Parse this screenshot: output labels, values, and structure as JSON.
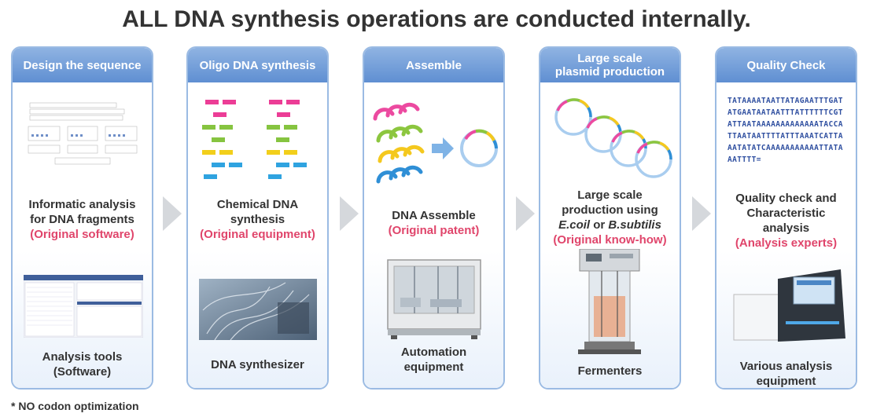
{
  "title": "ALL DNA synthesis operations are conducted internally.",
  "footnote": "* NO codon optimization",
  "steps": [
    {
      "header": "Design the sequence",
      "caption1": [
        "Informatic analysis",
        "for DNA fragments"
      ],
      "highlight": "(Original software)",
      "caption2": [
        "Analysis tools",
        "(Software)"
      ]
    },
    {
      "header": "Oligo DNA synthesis",
      "caption1": [
        "Chemical DNA",
        "synthesis"
      ],
      "highlight": "(Original equipment)",
      "caption2": [
        "DNA synthesizer"
      ]
    },
    {
      "header": "Assemble",
      "caption1": [
        "DNA Assemble"
      ],
      "highlight": "(Original patent)",
      "caption2": [
        "Automation",
        "equipment"
      ]
    },
    {
      "header_lines": [
        "Large scale",
        "plasmid production"
      ],
      "caption1": [
        "Large scale",
        "production using"
      ],
      "organism_1": "E.coil",
      "organism_joiner": "or",
      "organism_2": "B.subtilis",
      "highlight": "(Original know-how)",
      "caption2": [
        "Fermenters"
      ]
    },
    {
      "header": "Quality Check",
      "sequence": "TATAAAATAATTATAGAATTTGATATGAATAATAATTTATTTTTTCGTATTAATAAAAAAAAAAAAATACCATTAATAATTTTATTTAAATCATTAAATATATCAAAAAAAAAAATTATAAATTTT=",
      "caption1": [
        "Quality check and",
        "Characteristic",
        "analysis"
      ],
      "highlight": "(Analysis experts)",
      "caption2": [
        "Various analysis",
        "equipment"
      ]
    }
  ],
  "colors": {
    "header": "#5f8fd2",
    "highlight": "#e0456b",
    "border": "#9bbbe3",
    "arrow": "#d5d8dc"
  }
}
